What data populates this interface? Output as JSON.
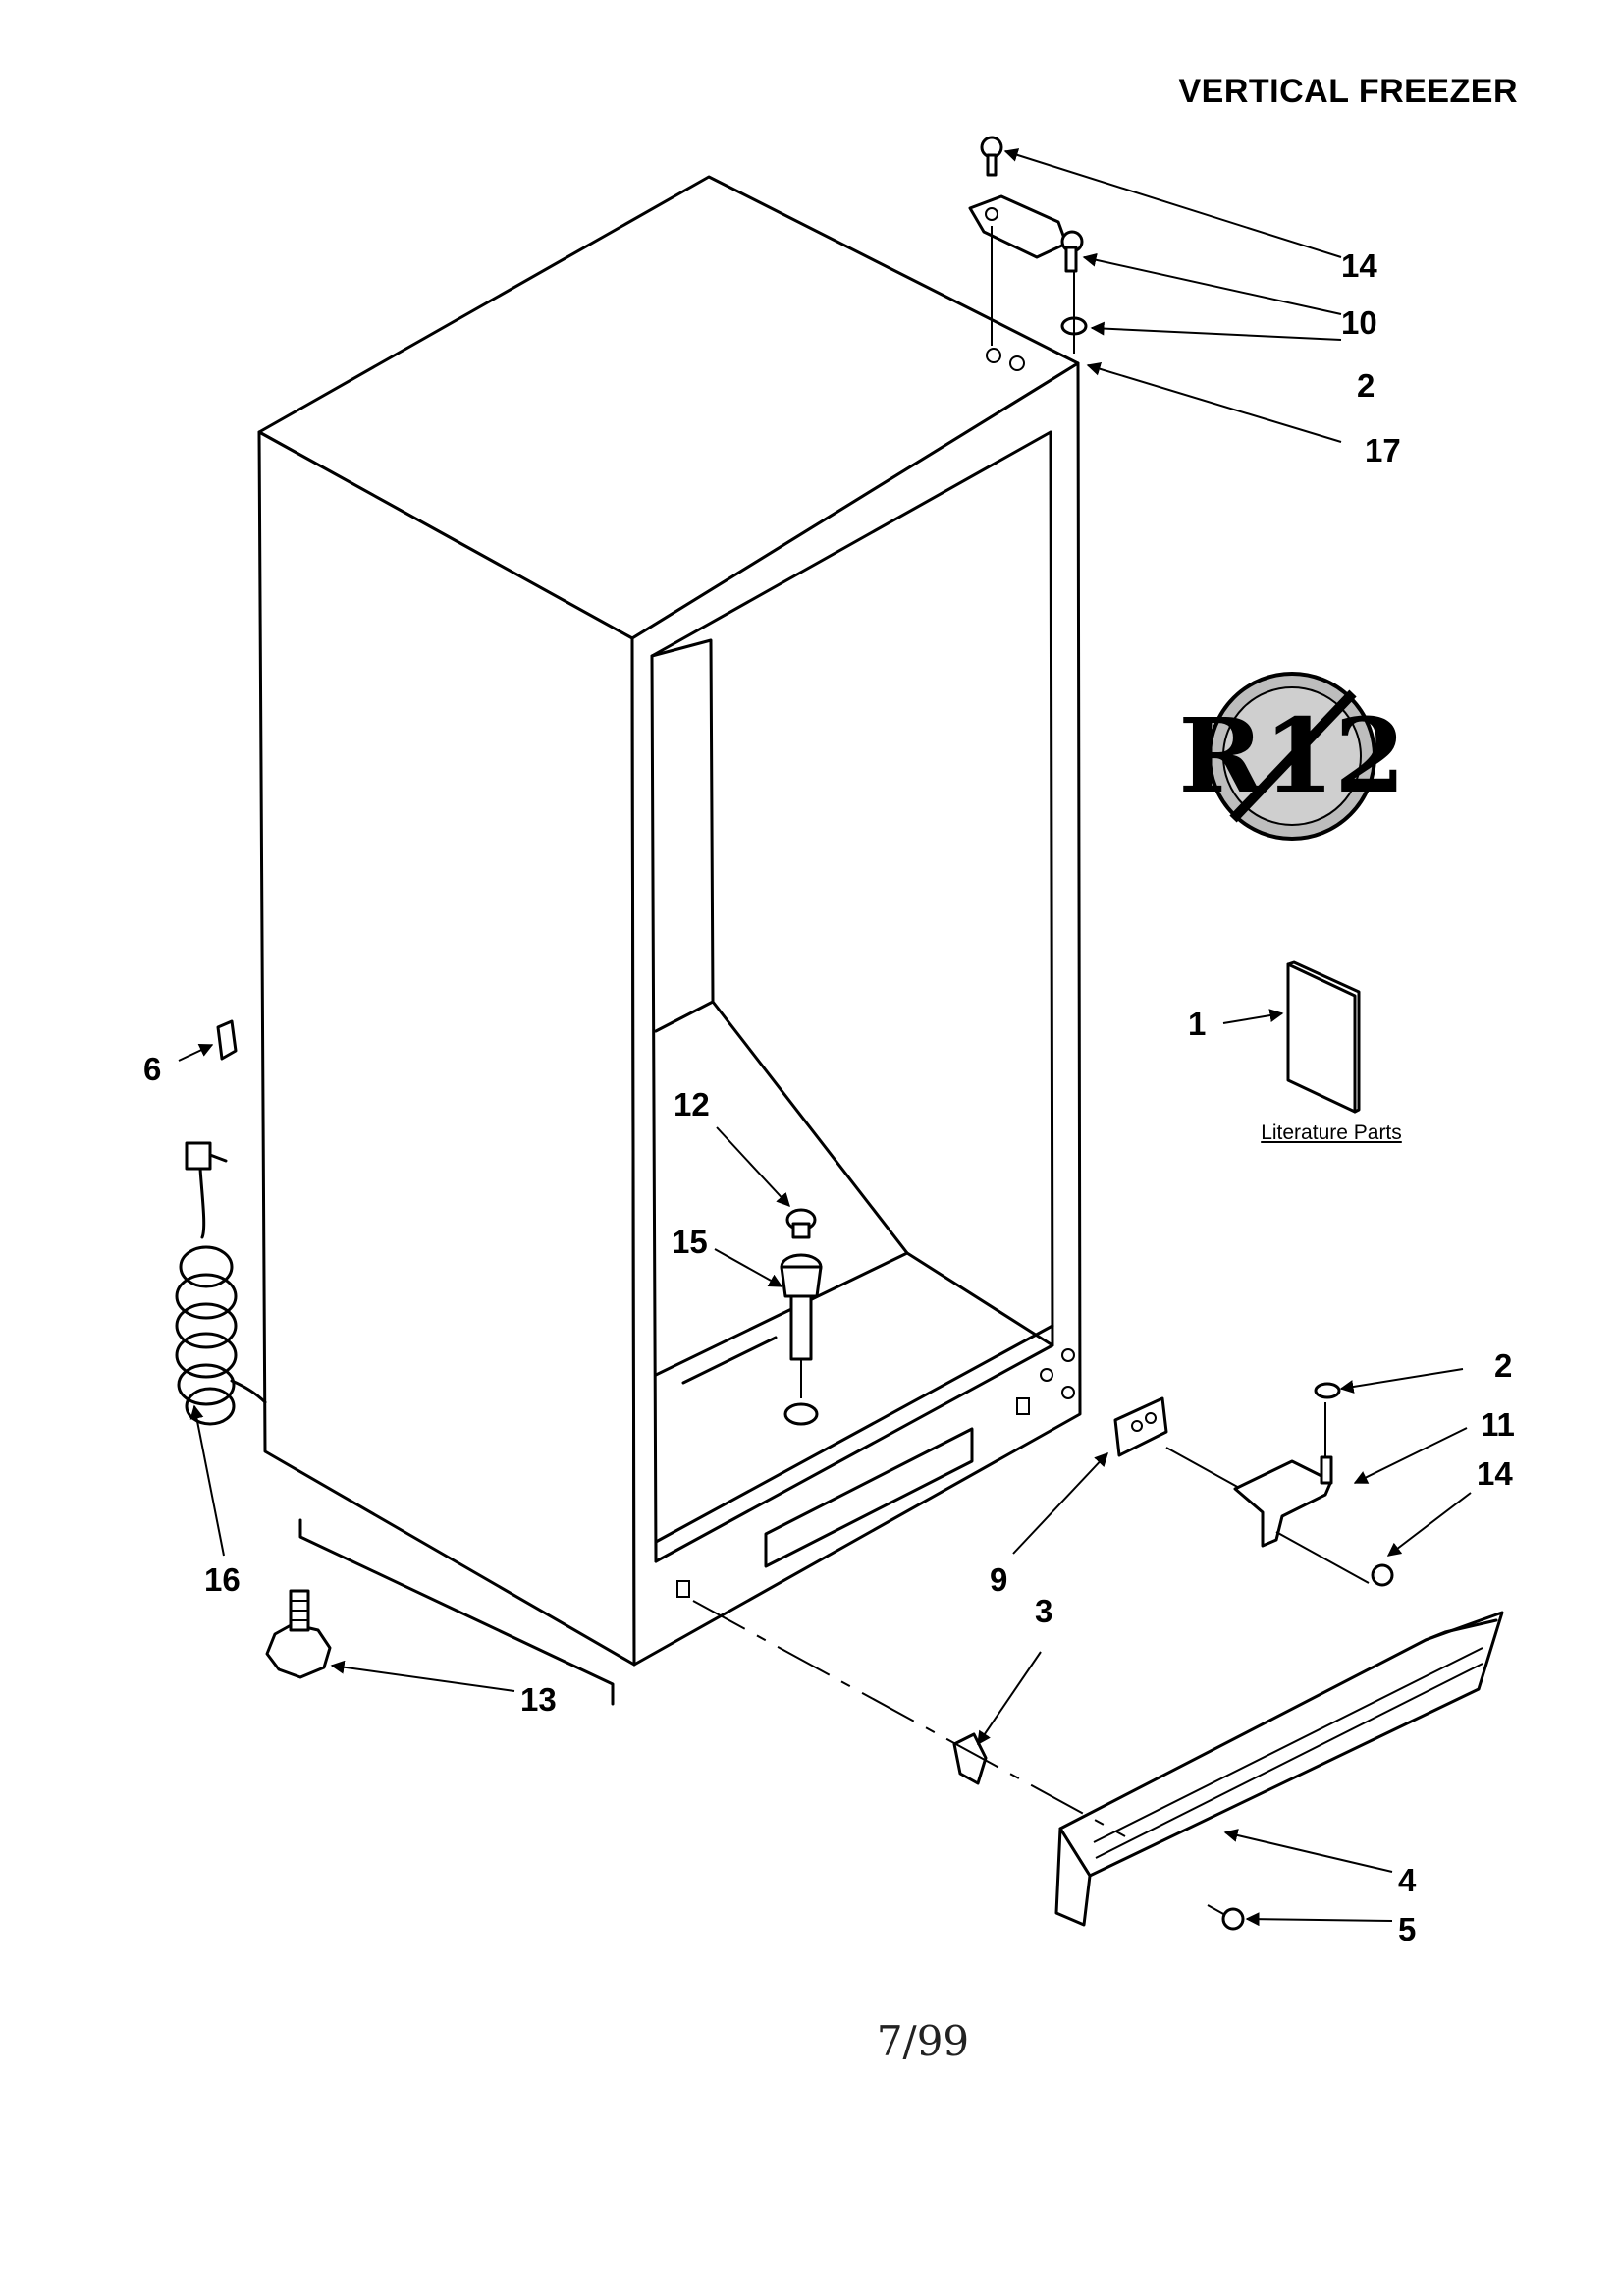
{
  "title": "VERTICAL FREEZER",
  "date": "7/99",
  "literature_label": "Literature Parts",
  "r12_badge_text": "R12",
  "callouts": {
    "c14_top": "14",
    "c10": "10",
    "c2_top": "2",
    "c17": "17",
    "c1": "1",
    "c6": "6",
    "c12": "12",
    "c15": "15",
    "c16": "16",
    "c13": "13",
    "c2_right": "2",
    "c11": "11",
    "c14_right": "14",
    "c9": "9",
    "c3": "3",
    "c4": "4",
    "c5": "5"
  }
}
